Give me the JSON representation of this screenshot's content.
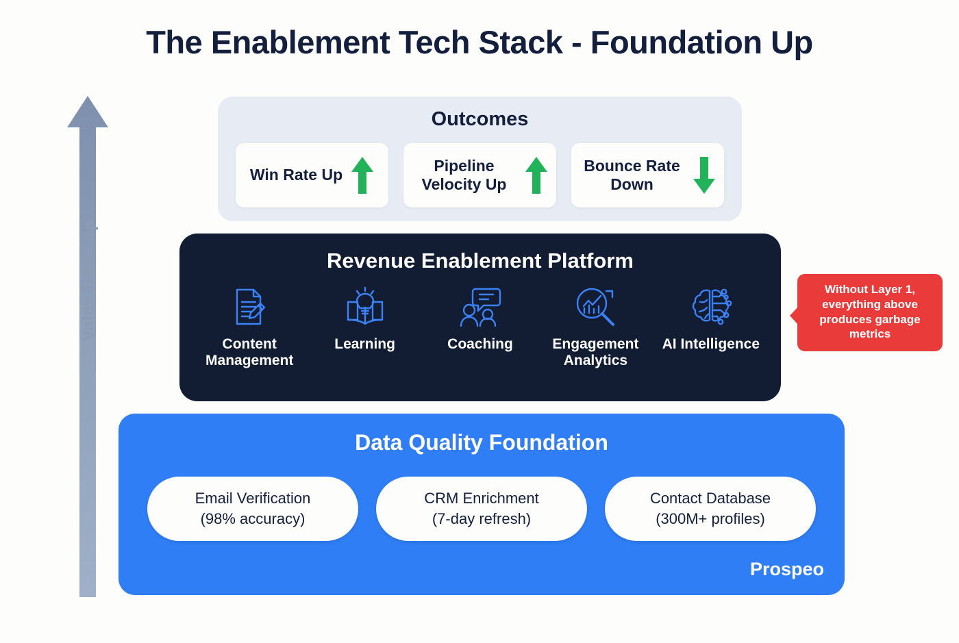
{
  "title": "The Enablement Tech Stack - Foundation Up",
  "colors": {
    "background": "#fdfdfc",
    "title_text": "#131f3d",
    "outcomes_panel": "#e7ebf3",
    "platform_panel": "#121c33",
    "platform_icon": "#3b82f6",
    "foundation_panel": "#2f7ef5",
    "callout": "#ea3b3b",
    "trend_up": "#22b25a",
    "trend_down": "#22b25a",
    "value_arrow": "#8b9bb4"
  },
  "value_axis": {
    "label": "Value flows up",
    "icon": "arrow-up-icon",
    "direction": "up"
  },
  "outcomes": {
    "title": "Outcomes",
    "cards": [
      {
        "label": "Win Rate Up",
        "trend": "up",
        "icon": "arrow-up-icon"
      },
      {
        "label": "Pipeline Velocity Up",
        "trend": "up",
        "icon": "arrow-up-icon"
      },
      {
        "label": "Bounce Rate Down",
        "trend": "down",
        "icon": "arrow-down-icon"
      }
    ]
  },
  "platform": {
    "title": "Revenue Enablement Platform",
    "items": [
      {
        "label": "Content Management",
        "icon": "document-pencil-icon"
      },
      {
        "label": "Learning",
        "icon": "book-lightbulb-icon"
      },
      {
        "label": "Coaching",
        "icon": "people-speech-bubble-icon"
      },
      {
        "label": "Engagement Analytics",
        "icon": "magnifier-chart-icon"
      },
      {
        "label": "AI Intelligence",
        "icon": "brain-circuit-icon"
      }
    ]
  },
  "callout": {
    "text": "Without Layer 1, everything above produces garbage metrics"
  },
  "foundation": {
    "title": "Data Quality Foundation",
    "pills": [
      {
        "line1": "Email Verification",
        "line2": "(98% accuracy)"
      },
      {
        "line1": "CRM Enrichment",
        "line2": "(7-day refresh)"
      },
      {
        "line1": "Contact Database",
        "line2": "(300M+ profiles)"
      }
    ],
    "brand": "Prospeo"
  }
}
